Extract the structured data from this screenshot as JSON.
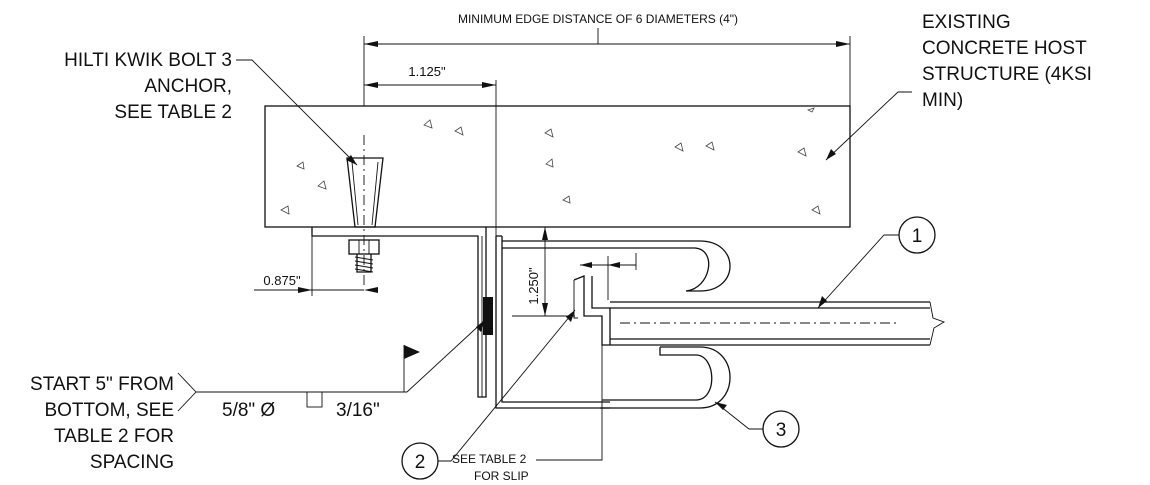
{
  "labels": {
    "min_edge_distance": "MINIMUM EDGE DISTANCE OF 6 DIAMETERS (4\")",
    "anchor_line1": "HILTI KWIK BOLT 3",
    "anchor_line2": "ANCHOR,",
    "anchor_line3": "SEE TABLE 2",
    "existing_line1": "EXISTING",
    "existing_line2": "CONCRETE HOST",
    "existing_line3": "STRUCTURE (4KSI",
    "existing_line4": "MIN)",
    "start_line1": "START 5\" FROM",
    "start_line2": "BOTTOM, SEE",
    "start_line3": "TABLE 2 FOR",
    "start_line4": "SPACING",
    "weld_size": "5/8\" Ø",
    "weld_leg": "3/16\"",
    "slip_line1": "SEE TABLE 2",
    "slip_line2": "FOR SLIP"
  },
  "dimensions": {
    "edge_offset": "1.125\"",
    "bolt_offset": "0.875\"",
    "gap": "1.250\""
  },
  "callouts": {
    "one": "1",
    "two": "2",
    "three": "3"
  }
}
